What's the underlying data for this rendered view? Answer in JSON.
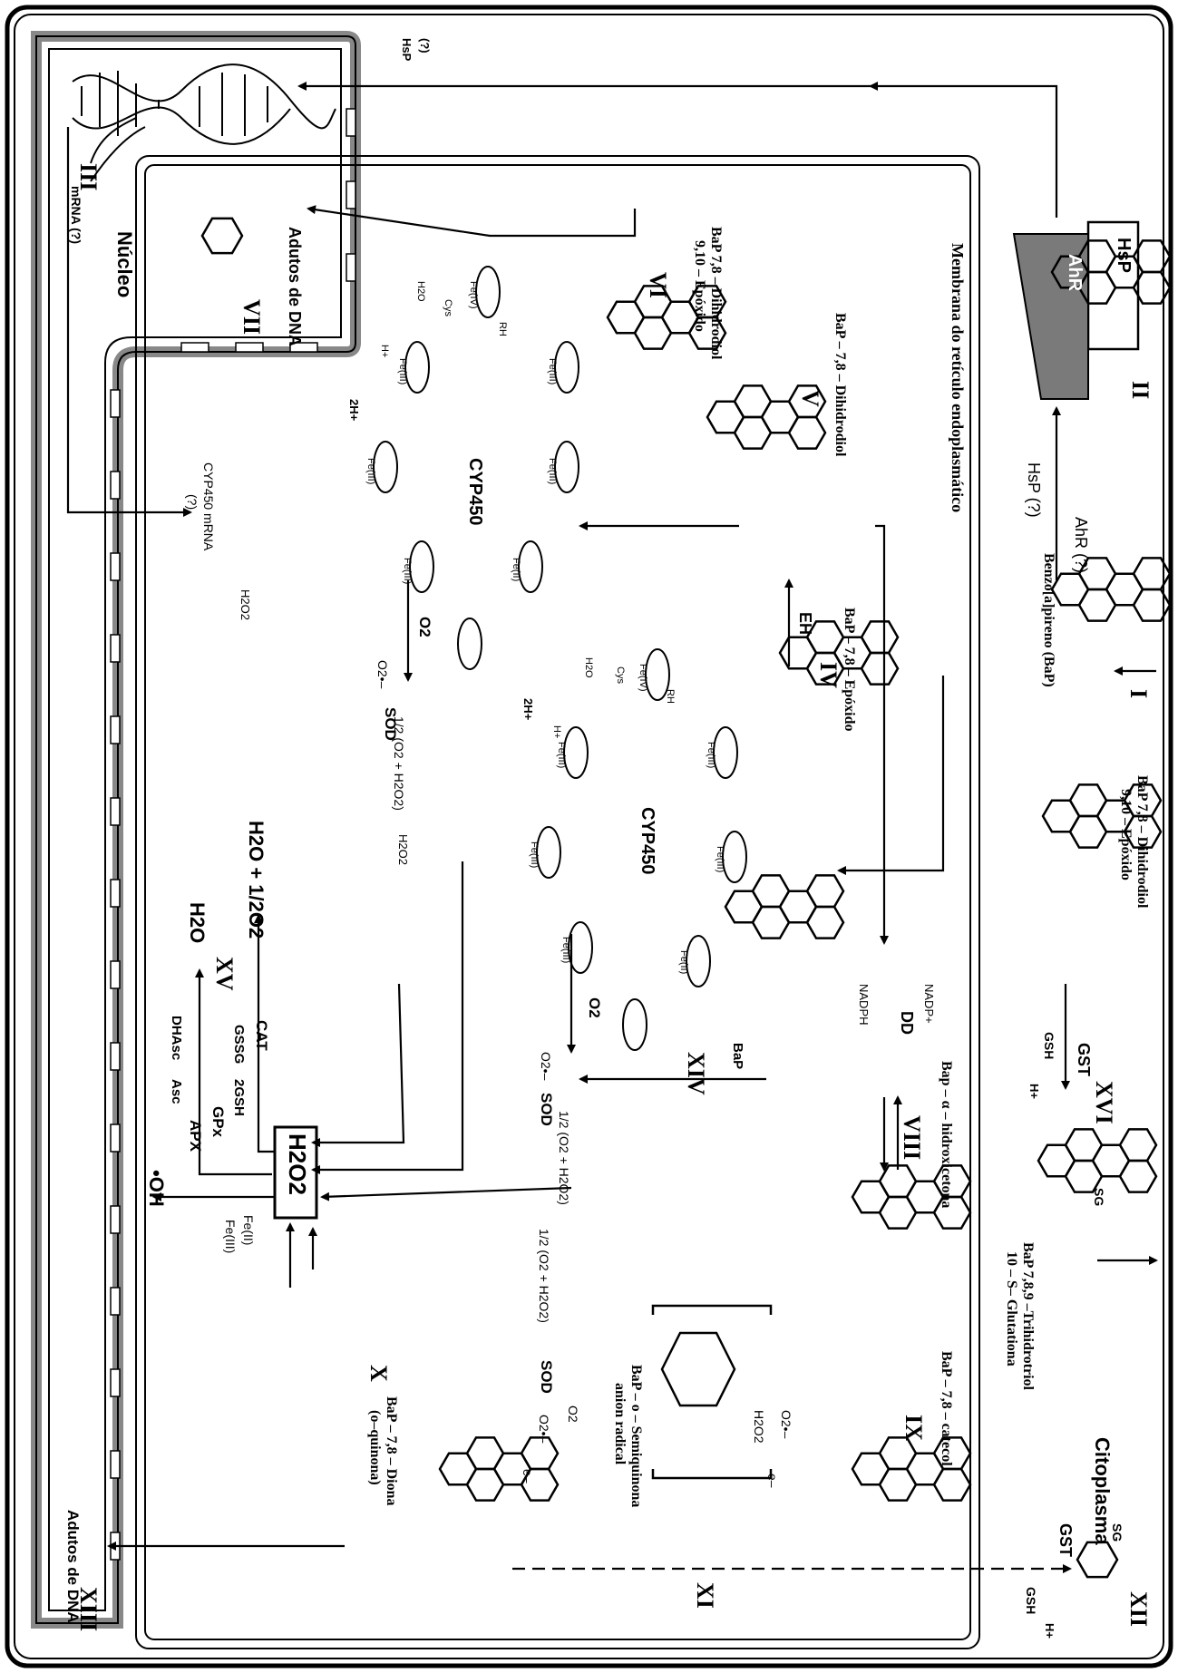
{
  "compartments": {
    "cytoplasm": "Citoplasma",
    "er_membrane": "Membrana do retículo endoplasmático",
    "nucleus": "Núcleo"
  },
  "numerals": {
    "I": "I",
    "II": "II",
    "III": "III",
    "IV": "IV",
    "V": "V",
    "VI": "VI",
    "VII": "VII",
    "VIII": "VIII",
    "IX": "IX",
    "X": "X",
    "XI": "XI",
    "XII": "XII",
    "XIII": "XIII",
    "XIV": "XIV",
    "XV": "XV",
    "XVI": "XVI"
  },
  "receptor": {
    "hsp_box": "HsP",
    "ahr_box": "AhR",
    "ahr_q": "AhR (?)",
    "hsp_q": "HsP (?)",
    "hsp_nucleus": "HsP",
    "q_nucleus": "(?)"
  },
  "compounds": {
    "bap": "Benzo[a]pireno (BaP)",
    "bap_short": "BaP",
    "epoxide_name": "BaP – 7,8 – Epóxido",
    "dihydrodiol": "BaP – 7,8 – Dihidrodiol",
    "diol_epoxide_l1": "BaP 7,8 – Dihidrodiol",
    "diol_epoxide_l2": "9,10 – Epóxido",
    "triol_l1": "BaP 7,8,9 –Trihidrotriol",
    "triol_l2": "10 – S– Glutationa",
    "hydroxyketone": "Bap – α – hidroxicetona",
    "catechol": "BaP – 7,8 – catecol",
    "semiquinone_l1": "BaP – o – Semiquinona",
    "semiquinone_l2": "anion radical",
    "dione_l1": "BaP – 7,8 – Diona",
    "dione_l2": "(o–quinona)",
    "dna_adducts": "Adutos de DNA",
    "mrna_q": "mRNA (?)",
    "cyp_mrna_l1": "CYP450 mRNA",
    "cyp_mrna_l2": "(?)"
  },
  "enzymes": {
    "eh": "EH",
    "dd": "DD",
    "gst": "GST",
    "sod": "SOD",
    "cat": "CAT",
    "gpx": "GPx",
    "apx": "APX",
    "cyp450": "CYP450"
  },
  "species": {
    "h2o2": "H2O2",
    "h2o": "H2O",
    "h2o_half_o2": "H2O + 1/2O2",
    "oh_radical": "•OH",
    "fe2": "Fe(II)",
    "fe3": "Fe(III)",
    "gsh": "GSH",
    "gssg": "GSSG",
    "two_gsh": "2GSH",
    "dhasc": "DHAsc",
    "asc": "Asc",
    "nadp": "NADP+",
    "nadph": "NADPH",
    "h_plus": "H+",
    "two_h_plus": "2H+",
    "o2": "O2",
    "superoxide": "O2•–",
    "e_minus": "e–",
    "half_o2_h2o2": "1/2 (O2 + H2O2)",
    "h2o2_small": "H2O2",
    "sg": "SG"
  },
  "cyp_cycle": {
    "fe3": "Fe(III)",
    "fe2": "Fe(II)",
    "fe4": "Fe(IV)",
    "cys": "Cys",
    "rh": "RH",
    "h2o": "H2O",
    "h_plus": "H+"
  },
  "colors": {
    "membrane_gray": "#9a9a9a",
    "ahr_gray": "#7a7a7a",
    "ink": "#000000"
  }
}
